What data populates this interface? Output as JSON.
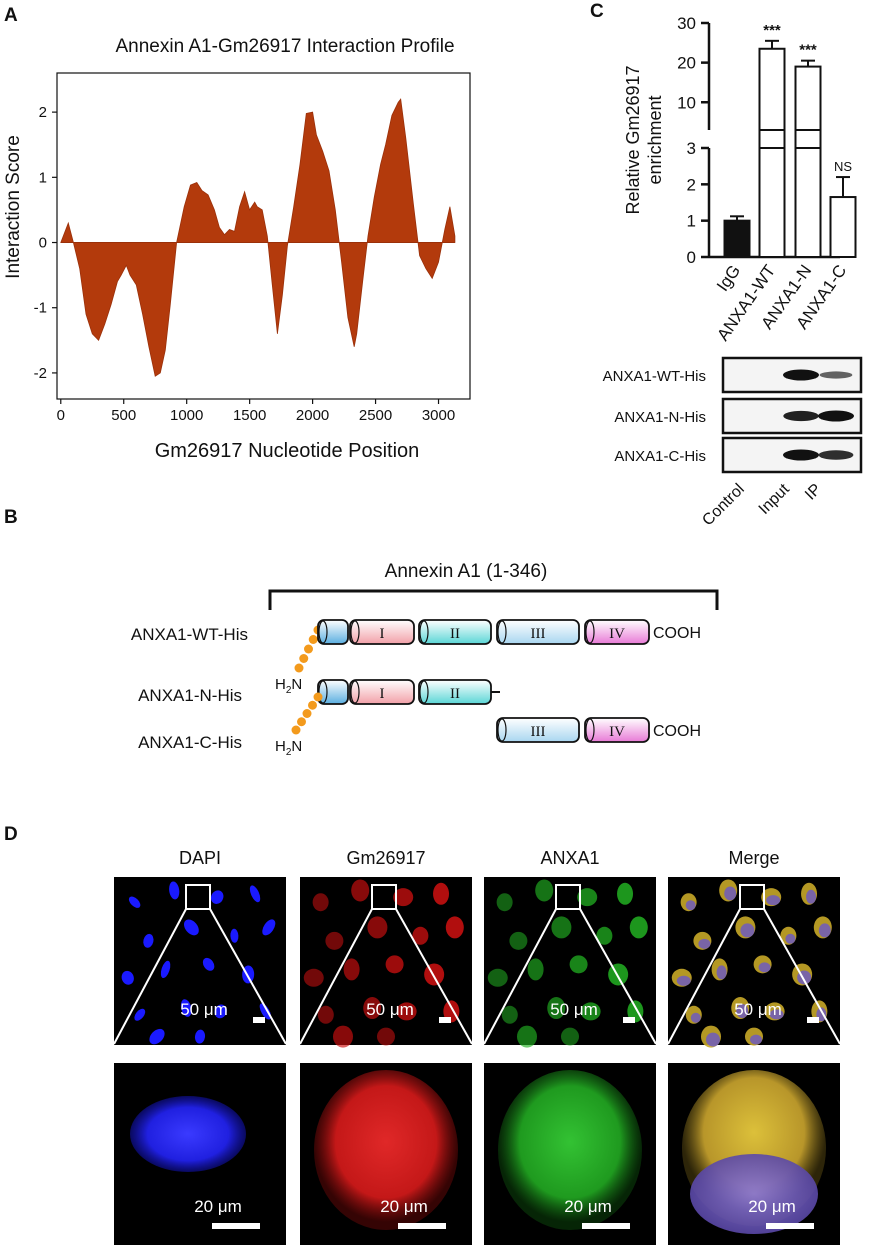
{
  "panels": {
    "a": "A",
    "b": "B",
    "c": "C",
    "d": "D"
  },
  "chart_data": [
    {
      "type": "area",
      "title": "Annexin A1-Gm26917 Interaction Profile",
      "xlabel": "Gm26917 Nucleotide Position",
      "ylabel": "Interaction Score",
      "xticks": [
        "0",
        "500",
        "1000",
        "1500",
        "2000",
        "2500",
        "3000"
      ],
      "yticks": [
        "-2",
        "-1",
        "0",
        "1",
        "2"
      ],
      "xlim": [
        -30,
        3250
      ],
      "ylim": [
        -2.4,
        2.6
      ],
      "color": "#b33a0c",
      "x": [
        0,
        60,
        100,
        150,
        200,
        250,
        300,
        350,
        400,
        450,
        480,
        520,
        550,
        600,
        650,
        700,
        750,
        790,
        830,
        870,
        920,
        980,
        1030,
        1080,
        1120,
        1170,
        1220,
        1260,
        1300,
        1340,
        1380,
        1420,
        1460,
        1500,
        1540,
        1560,
        1600,
        1640,
        1680,
        1720,
        1760,
        1800,
        1850,
        1900,
        1950,
        2000,
        2030,
        2080,
        2130,
        2180,
        2230,
        2280,
        2330,
        2350,
        2400,
        2440,
        2490,
        2540,
        2580,
        2630,
        2680,
        2700,
        2740,
        2800,
        2850,
        2900,
        2950,
        3000,
        3050,
        3090,
        3130
      ],
      "y": [
        0,
        0.3,
        0,
        -0.4,
        -1.1,
        -1.4,
        -1.5,
        -1.25,
        -0.95,
        -0.6,
        -0.5,
        -0.35,
        -0.5,
        -0.65,
        -1.1,
        -1.6,
        -2.05,
        -2.0,
        -1.65,
        -0.95,
        0.0,
        0.55,
        0.88,
        0.92,
        0.8,
        0.73,
        0.5,
        0.23,
        0.12,
        0.2,
        0.17,
        0.55,
        0.78,
        0.5,
        0.62,
        0.55,
        0.5,
        0.1,
        -0.65,
        -1.4,
        -0.8,
        -0.05,
        0.55,
        1.2,
        1.98,
        2.0,
        1.65,
        1.4,
        1.1,
        0.5,
        -0.3,
        -1.15,
        -1.6,
        -1.4,
        -0.55,
        0.1,
        0.7,
        1.2,
        1.5,
        1.95,
        2.15,
        2.2,
        1.6,
        0.6,
        -0.2,
        -0.4,
        -0.55,
        -0.3,
        0.2,
        0.55,
        0.1
      ]
    },
    {
      "type": "bar",
      "ylabel_line1": "Relative Gm26917",
      "ylabel_line2": "enrichment",
      "categories": [
        "IgG",
        "ANXA1-WT",
        "ANXA1-N",
        "ANXA1-C"
      ],
      "values": [
        1.0,
        23.5,
        19.0,
        1.65
      ],
      "errors": [
        0.12,
        2.0,
        1.5,
        0.55
      ],
      "fills": [
        "#111111",
        "#ffffff",
        "#ffffff",
        "#ffffff"
      ],
      "significance": [
        "",
        "***",
        "***",
        "NS"
      ],
      "ylow_ticks": [
        "0",
        "1",
        "2",
        "3"
      ],
      "yhigh_ticks": [
        "10",
        "20",
        "30"
      ],
      "ylim_low": [
        0,
        3
      ],
      "ylim_high": [
        3,
        30
      ]
    }
  ],
  "western": {
    "rows": [
      {
        "label": "ANXA1-WT-His",
        "bands": [
          0,
          1.0,
          0.45
        ]
      },
      {
        "label": "ANXA1-N-His",
        "bands": [
          0,
          0.9,
          1.0
        ]
      },
      {
        "label": "ANXA1-C-His",
        "bands": [
          0,
          1.0,
          0.8
        ]
      }
    ],
    "lanes": [
      "Control",
      "Input",
      "IP"
    ]
  },
  "domains": {
    "title": "Annexin A1 (1-346)",
    "constructs": [
      "ANXA1-WT-His",
      "ANXA1-N-His",
      "ANXA1-C-His"
    ],
    "domain_labels": [
      "I",
      "II",
      "III",
      "IV"
    ],
    "cooh": "COOH",
    "h2n": "H",
    "h2n_sub": "2",
    "h2n_n": "N",
    "colors": {
      "start": "#5aaee0",
      "I": "#f2a0a8",
      "II": "#5ad6d6",
      "III": "#a8d6f0",
      "IV": "#e87ad6",
      "linker": "#f39a1c"
    }
  },
  "micro": {
    "channels": [
      {
        "name": "DAPI",
        "color": "#1a1aff"
      },
      {
        "name": "Gm26917",
        "color": "#d01010"
      },
      {
        "name": "ANXA1",
        "color": "#22b022"
      },
      {
        "name": "Merge",
        "color": "#d8b020"
      }
    ],
    "scale_top": "50 μm",
    "scale_bottom": "20 μm"
  }
}
